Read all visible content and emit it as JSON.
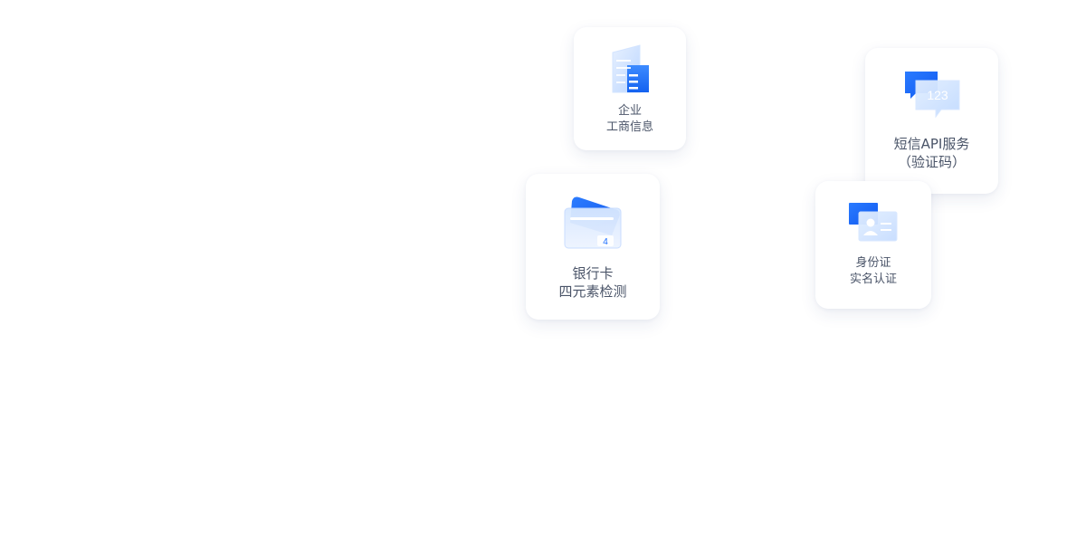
{
  "cards": {
    "enterprise": {
      "line1": "企业",
      "line2": "工商信息",
      "icon": "building-icon"
    },
    "sms": {
      "line1": "短信API服务",
      "line2": "（验证码）",
      "icon_text": "123",
      "icon": "chat-bubbles-icon"
    },
    "bank": {
      "line1": "银行卡",
      "line2": "四元素检测",
      "icon_text": "4",
      "icon": "bank-card-icon"
    },
    "id": {
      "line1": "身份证",
      "line2": "实名认证",
      "icon": "id-card-icon"
    }
  },
  "colors": {
    "accent": "#1a6dff",
    "light_accent": "#cfe2ff",
    "text": "#4a5468"
  }
}
